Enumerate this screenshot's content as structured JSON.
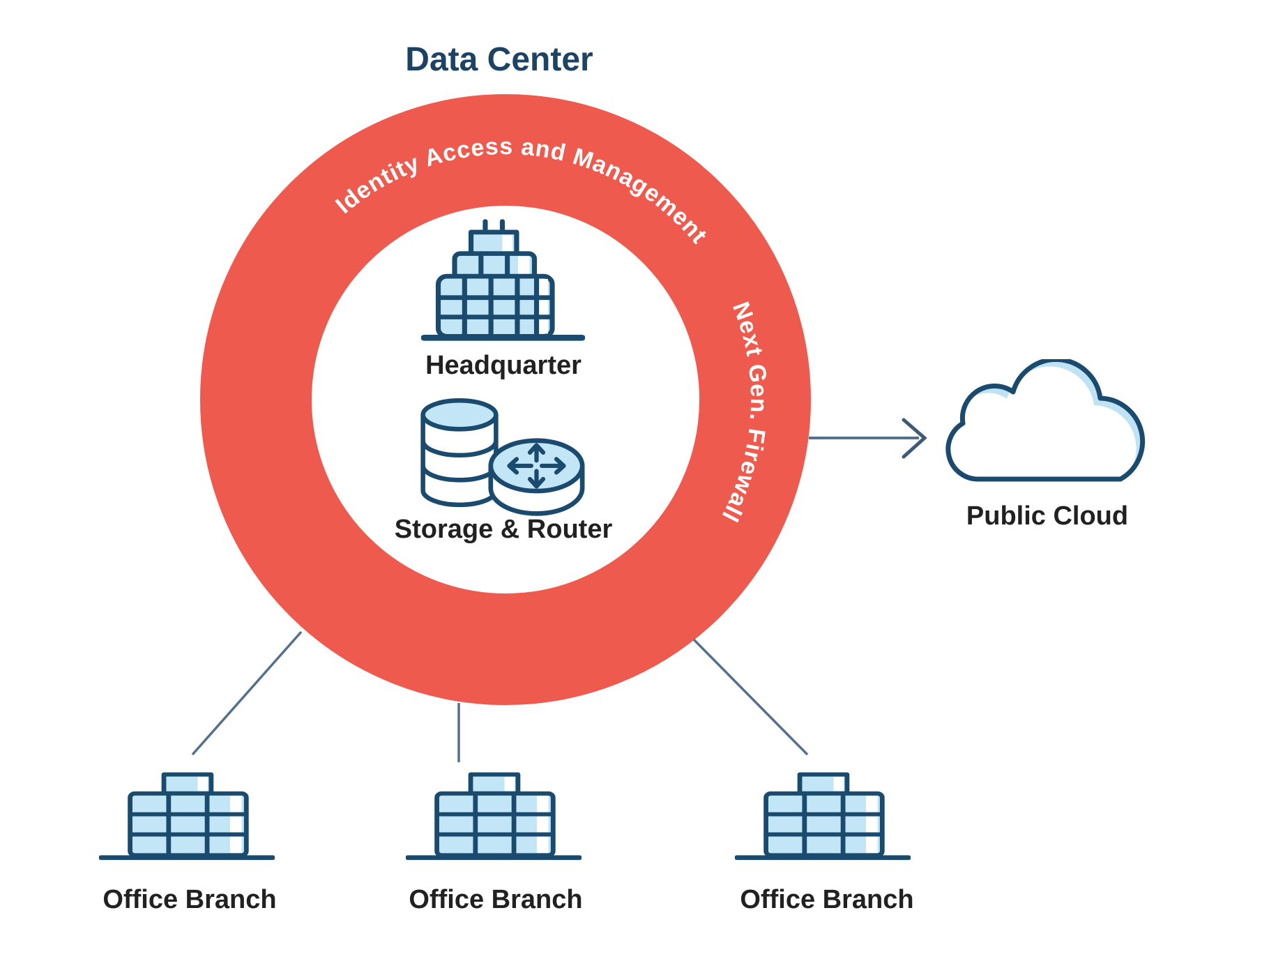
{
  "title": "Data Center",
  "ring": {
    "label_arc_top": "Identity Access and Management",
    "label_arc_right": "Next Gen. Firewall",
    "color": "#ee5a4d"
  },
  "data_center": {
    "headquarter": {
      "label": "Headquarter",
      "icon": "headquarter-building-icon"
    },
    "storage_router": {
      "label": "Storage & Router",
      "icons": [
        "storage-cylinder-icon",
        "router-disk-icon"
      ]
    }
  },
  "public_cloud": {
    "label": "Public Cloud",
    "icon": "cloud-icon"
  },
  "branches": [
    {
      "label": "Office Branch",
      "icon": "office-branch-building-icon"
    },
    {
      "label": "Office Branch",
      "icon": "office-branch-building-icon"
    },
    {
      "label": "Office Branch",
      "icon": "office-branch-building-icon"
    }
  ],
  "colors": {
    "ring_red": "#ee5a4d",
    "outline_navy": "#1a4a6e",
    "icon_fill_blue": "#c3e6f7",
    "title_navy": "#1c4364",
    "label_dark": "#212121",
    "connector_slate": "#54708c",
    "background": "#ffffff"
  }
}
